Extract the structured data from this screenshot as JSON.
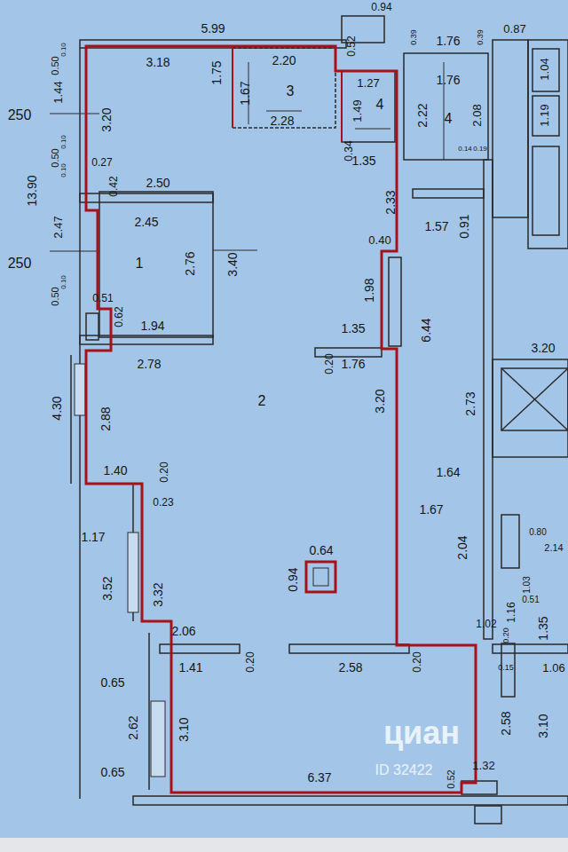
{
  "diagram": {
    "labels": [
      "0.94",
      "5.99",
      "0.52",
      "0.39",
      "1.76",
      "0.39",
      "0.87",
      "3.18",
      "2.20",
      "1.75",
      "1.67",
      "3",
      "2.28",
      "1.27",
      "1.49",
      "4",
      "0.34",
      "1.35",
      "1.76",
      "2.22",
      "4",
      "2.08",
      "1.04",
      "1.19",
      "0.14",
      "0.19",
      "0.10",
      "0.50",
      "1.44",
      "250",
      "3.20",
      "0.10",
      "0.50",
      "0.10",
      "0.27",
      "0.42",
      "2.50",
      "13.90",
      "2.45",
      "2.47",
      "250",
      "1",
      "2.76",
      "3.40",
      "0.10",
      "0.50",
      "0.51",
      "0.62",
      "1.94",
      "2.78",
      "2.33",
      "0.40",
      "1.57",
      "0.91",
      "1.98",
      "1.35",
      "0.20",
      "1.76",
      "6.44",
      "3.20",
      "2",
      "3.20",
      "2.73",
      "1.64",
      "4.30",
      "2.88",
      "1.40",
      "0.20",
      "0.23",
      "1.17",
      "1.67",
      "0.80",
      "2.14",
      "2.04",
      "0.64",
      "0.94",
      "3.52",
      "3.32",
      "1.03",
      "0.51",
      "1.02",
      "1.16",
      "1.35",
      "2.06",
      "1.41",
      "0.20",
      "2.58",
      "0.20",
      "0.20",
      "0.15",
      "1.06",
      "0.65",
      "2.62",
      "3.10",
      "2.58",
      "3.10",
      "0.65",
      "1.32",
      "6.37",
      "0.52",
      "циан",
      "ID 32422"
    ]
  }
}
